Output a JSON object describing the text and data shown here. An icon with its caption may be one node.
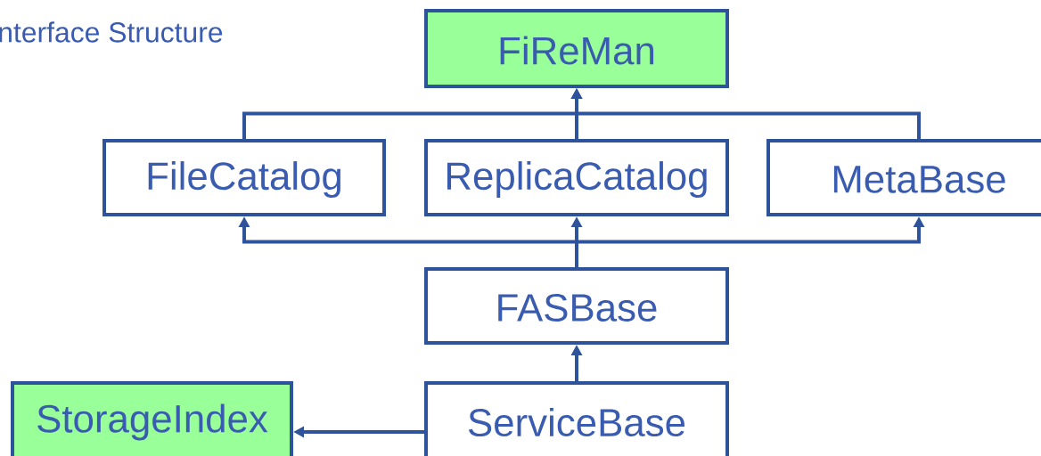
{
  "diagram": {
    "title": "nterface Structure",
    "nodes": [
      {
        "text": [
          "FiReMan"
        ]
      },
      {
        "text": [
          "FileCatalog"
        ]
      },
      {
        "text": [
          "ReplicaCatalog"
        ]
      },
      {
        "text": [
          "MetaBase"
        ]
      },
      {
        "text": [
          "FASBase"
        ]
      },
      {
        "text": [
          "ServiceBase"
        ]
      },
      {
        "text": [
          "StorageIndex"
        ]
      }
    ],
    "edges": [
      {
        "from": 1,
        "to": 0,
        "arrow": "to"
      },
      {
        "from": 2,
        "to": 0,
        "arrow": "to"
      },
      {
        "from": 3,
        "to": 0,
        "arrow": "to"
      },
      {
        "from": 4,
        "to": 1,
        "arrow": "to"
      },
      {
        "from": 4,
        "to": 2,
        "arrow": "to"
      },
      {
        "from": 4,
        "to": 3,
        "arrow": "to"
      },
      {
        "from": 5,
        "to": 4,
        "arrow": "to"
      },
      {
        "from": 5,
        "to": 6,
        "arrow": "to"
      }
    ]
  }
}
